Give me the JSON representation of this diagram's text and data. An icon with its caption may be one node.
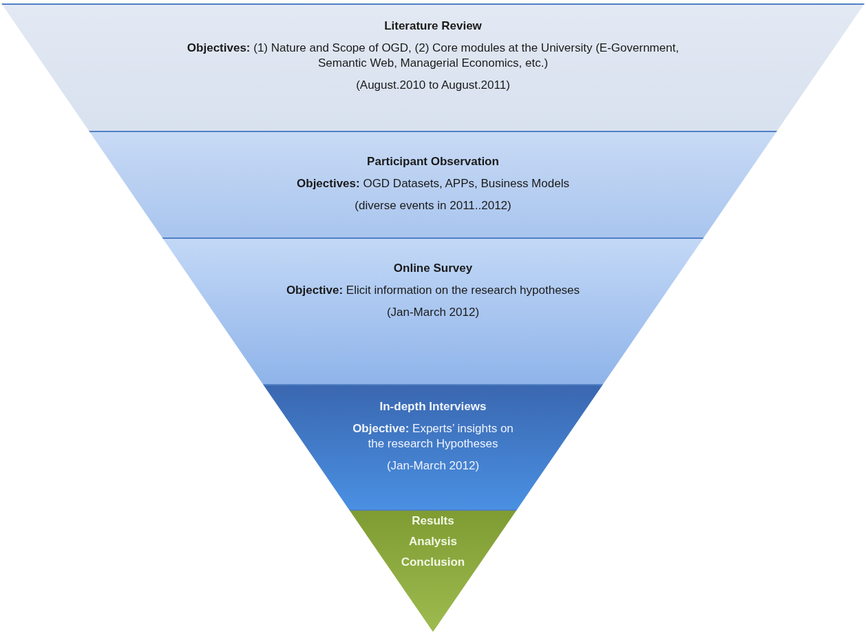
{
  "diagram": {
    "nodes": [
      {
        "text": [
          "Literature Review",
          "**Objectives:** (1) Nature and Scope of OGD, (2) Core modules at the University (E-Government, Semantic Web, Managerial Economics, etc.)",
          "(August.2010 to August.2011)"
        ]
      },
      {
        "text": [
          "Participant Observation",
          "**Objectives:** OGD Datasets, APPs, Business Models",
          "(diverse events in 2011..2012)"
        ]
      },
      {
        "text": [
          "Online Survey",
          "**Objective:** Elicit information on the research hypotheses",
          "(Jan-March 2012)"
        ]
      },
      {
        "text": [
          "In-depth Interviews",
          "**Objective:** Experts’ insights on the research Hypotheses",
          "(Jan-March 2012)"
        ]
      },
      {
        "text": [
          "Results",
          "Analysis",
          "Conclusion"
        ]
      }
    ]
  }
}
